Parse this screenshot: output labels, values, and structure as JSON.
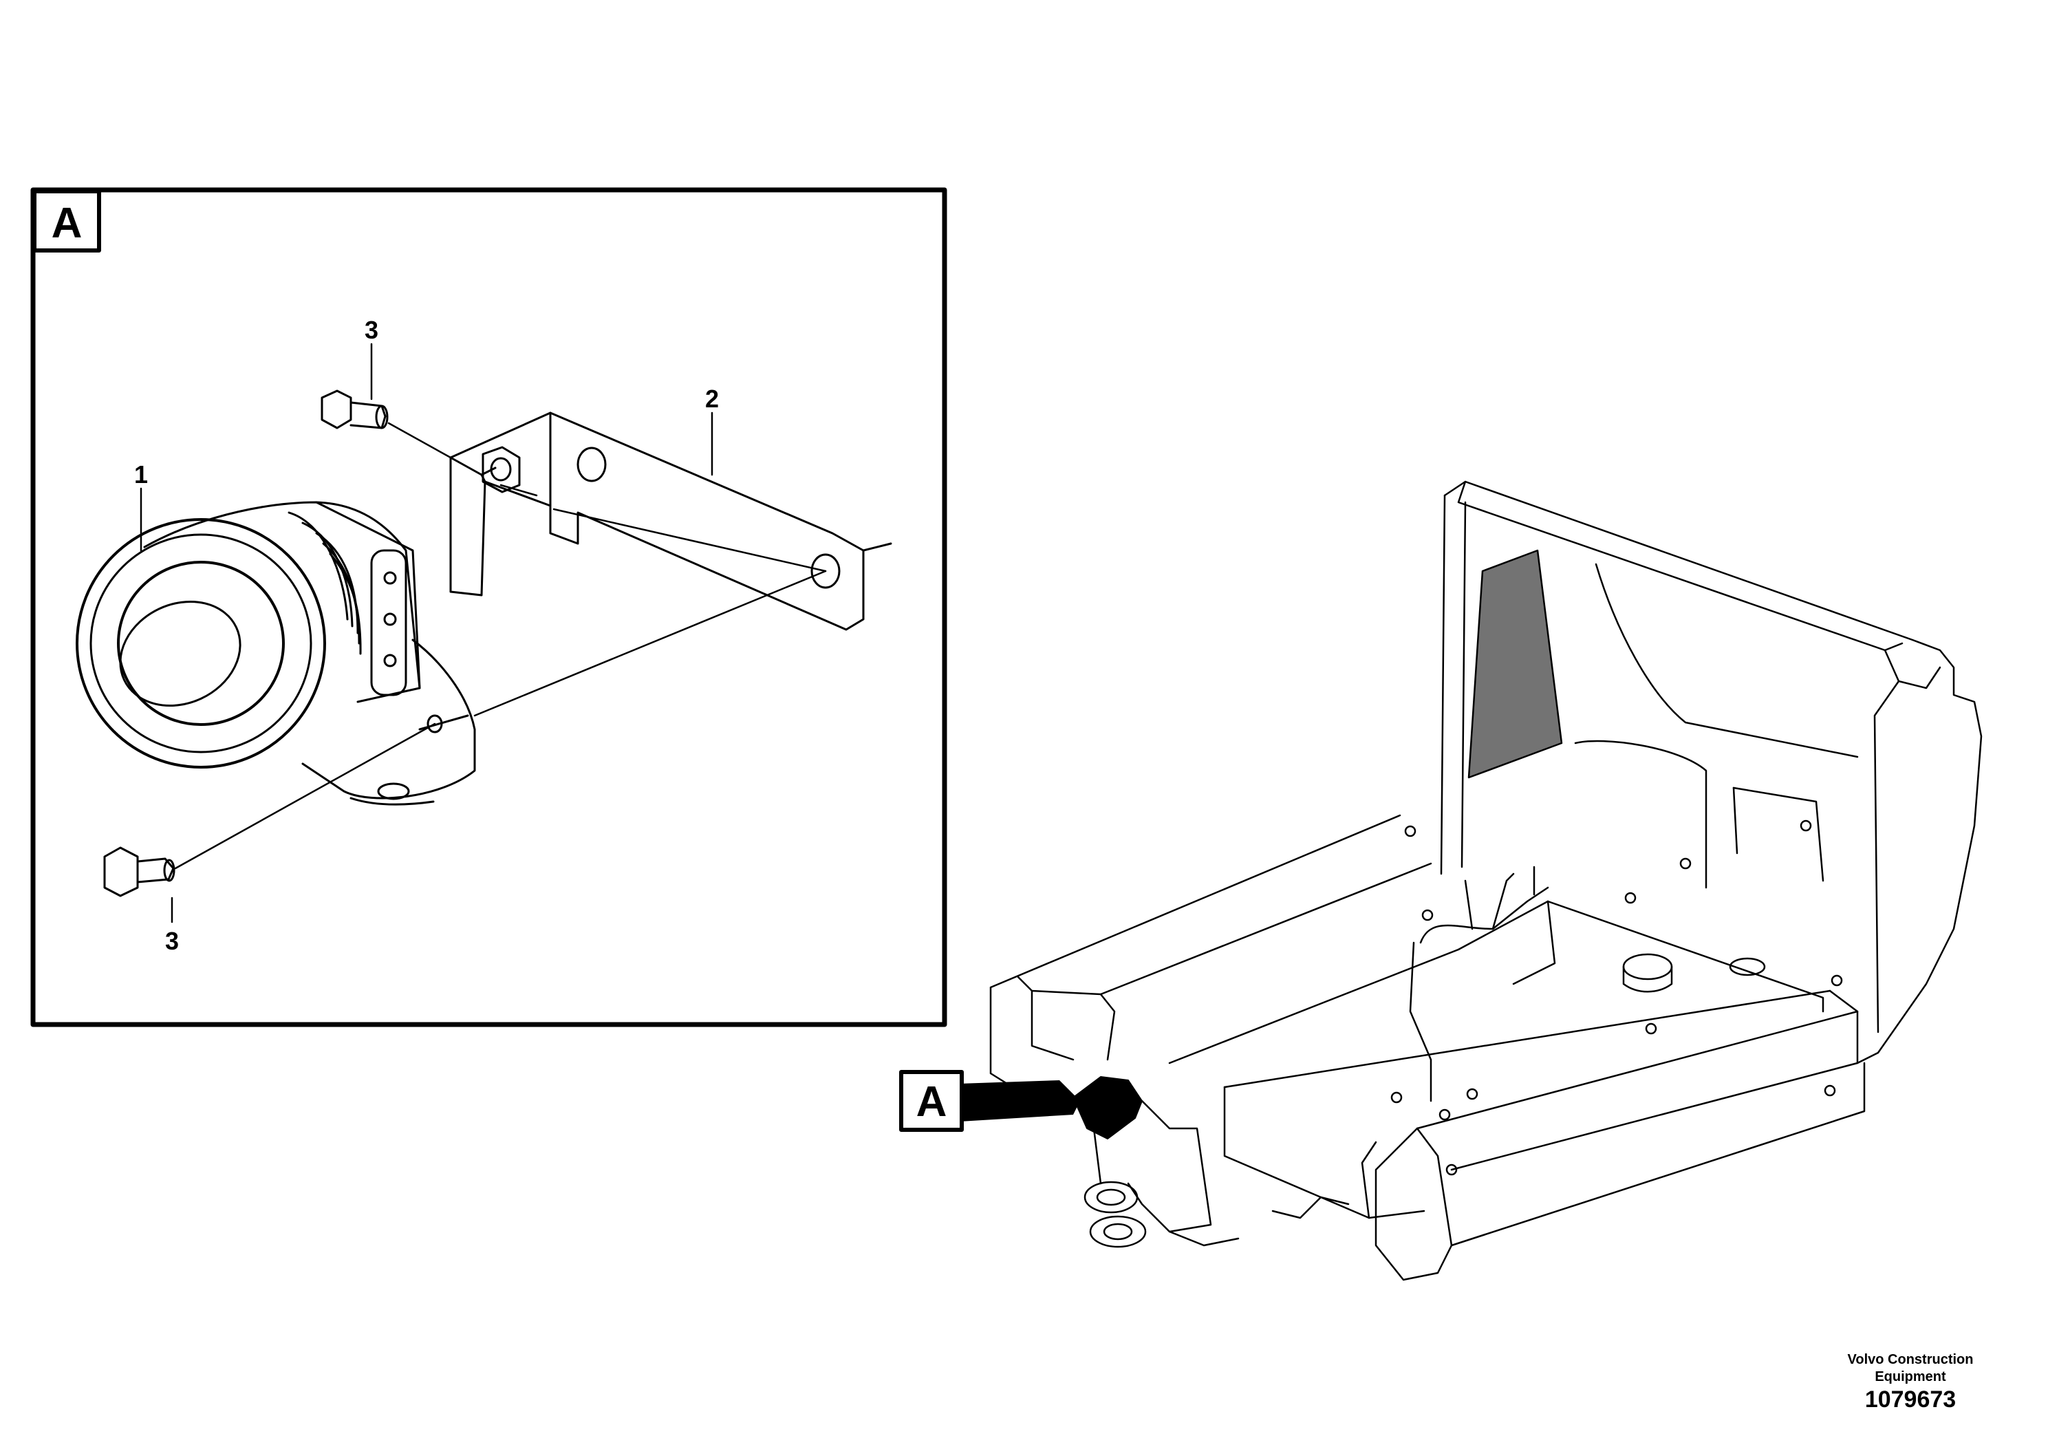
{
  "detail_view": {
    "label": "A",
    "callouts": [
      "1",
      "2",
      "3",
      "3"
    ]
  },
  "reference_marker": {
    "label": "A"
  },
  "footer": {
    "brand_line_1": "Volvo Construction",
    "brand_line_2": "Equipment",
    "document_number": "1079673"
  }
}
